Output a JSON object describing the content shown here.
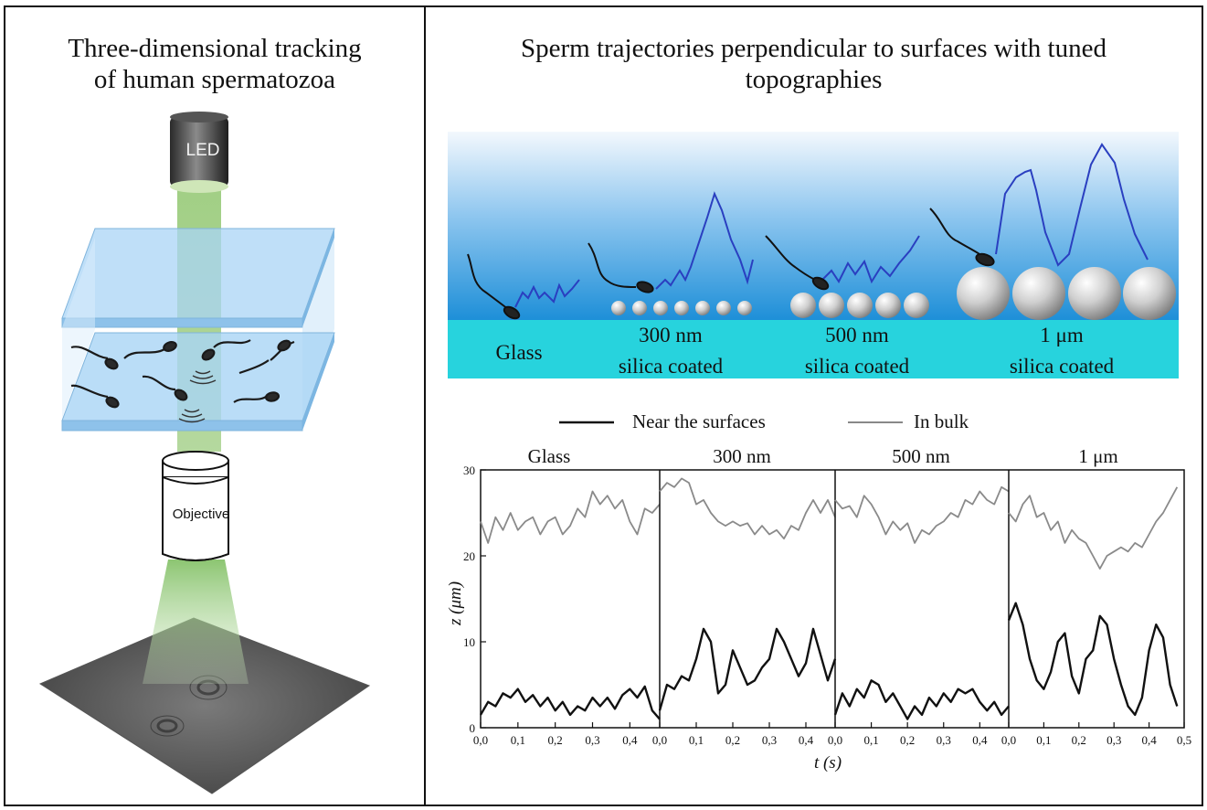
{
  "left": {
    "title_line1": "Three-dimensional tracking",
    "title_line2": "of human spermatozoa",
    "led_label": "LED",
    "objective_label": "Objective"
  },
  "right": {
    "title_line1": "Sperm trajectories perpendicular to surfaces with tuned",
    "title_line2": "topographies",
    "surfaces": [
      {
        "line1": "Glass",
        "line2": ""
      },
      {
        "line1": "300 nm",
        "line2": "silica coated"
      },
      {
        "line1": "500 nm",
        "line2": "silica coated"
      },
      {
        "line1": "1 μm",
        "line2": "silica coated"
      }
    ],
    "colors": {
      "medium_top": "#e9f3fb",
      "medium_bottom": "#1e90d6",
      "substrate": "#27d3dd",
      "trajectory": "#2a3fc0"
    }
  },
  "chart_data": {
    "type": "line",
    "legend": [
      "Near the surfaces",
      "In bulk"
    ],
    "legend_placement": "top",
    "xlabel": "t (s)",
    "ylabel": "z (μm)",
    "ylim": [
      0,
      30
    ],
    "yticks": [
      "0",
      "10",
      "20",
      "30"
    ],
    "panels": [
      {
        "title": "Glass",
        "xlim": [
          0,
          0.48
        ],
        "xticks": [
          "0,0",
          "0,1",
          "0,2",
          "0,3",
          "0,4"
        ],
        "xtick_values": [
          0,
          0.1,
          0.2,
          0.3,
          0.4
        ],
        "series": [
          {
            "name": "Near the surfaces",
            "x": [
              0,
              0.02,
              0.04,
              0.06,
              0.08,
              0.1,
              0.12,
              0.14,
              0.16,
              0.18,
              0.2,
              0.22,
              0.24,
              0.26,
              0.28,
              0.3,
              0.32,
              0.34,
              0.36,
              0.38,
              0.4,
              0.42,
              0.44,
              0.46,
              0.48
            ],
            "values": [
              1.5,
              3,
              2.5,
              4,
              3.5,
              4.5,
              3,
              3.8,
              2.5,
              3.5,
              2,
              3,
              1.5,
              2.5,
              2,
              3.5,
              2.5,
              3.5,
              2.2,
              3.8,
              4.5,
              3.5,
              4.8,
              2,
              1
            ]
          },
          {
            "name": "In bulk",
            "x": [
              0,
              0.02,
              0.04,
              0.06,
              0.08,
              0.1,
              0.12,
              0.14,
              0.16,
              0.18,
              0.2,
              0.22,
              0.24,
              0.26,
              0.28,
              0.3,
              0.32,
              0.34,
              0.36,
              0.38,
              0.4,
              0.42,
              0.44,
              0.46,
              0.48
            ],
            "values": [
              24,
              21.5,
              24.5,
              23,
              25,
              23,
              24,
              24.5,
              22.5,
              24,
              24.5,
              22.5,
              23.5,
              25.5,
              24.5,
              27.5,
              26,
              27,
              25.5,
              26.5,
              24,
              22.5,
              25.5,
              25,
              26
            ]
          }
        ]
      },
      {
        "title": "300 nm",
        "xlim": [
          0,
          0.48
        ],
        "xticks": [
          "0,0",
          "0,1",
          "0,2",
          "0,3",
          "0,4"
        ],
        "xtick_values": [
          0,
          0.1,
          0.2,
          0.3,
          0.4
        ],
        "series": [
          {
            "name": "Near the surfaces",
            "x": [
              0,
              0.02,
              0.04,
              0.06,
              0.08,
              0.1,
              0.12,
              0.14,
              0.16,
              0.18,
              0.2,
              0.22,
              0.24,
              0.26,
              0.28,
              0.3,
              0.32,
              0.34,
              0.36,
              0.38,
              0.4,
              0.42,
              0.44,
              0.46,
              0.48
            ],
            "values": [
              2,
              5,
              4.5,
              6,
              5.5,
              8,
              11.5,
              10,
              4,
              5,
              9,
              7,
              5,
              5.5,
              7,
              8,
              11.5,
              10,
              8,
              6,
              7.5,
              11.5,
              8.5,
              5.5,
              8
            ]
          },
          {
            "name": "In bulk",
            "x": [
              0,
              0.02,
              0.04,
              0.06,
              0.08,
              0.1,
              0.12,
              0.14,
              0.16,
              0.18,
              0.2,
              0.22,
              0.24,
              0.26,
              0.28,
              0.3,
              0.32,
              0.34,
              0.36,
              0.38,
              0.4,
              0.42,
              0.44,
              0.46,
              0.48
            ],
            "values": [
              27.5,
              28.5,
              28,
              29,
              28.5,
              26,
              26.5,
              25,
              24,
              23.5,
              24,
              23.5,
              23.8,
              22.5,
              23.5,
              22.5,
              23,
              22,
              23.5,
              23,
              25,
              26.5,
              25,
              26.5,
              24.5
            ]
          }
        ]
      },
      {
        "title": "500 nm",
        "xlim": [
          0,
          0.48
        ],
        "xticks": [
          "0,0",
          "0,1",
          "0,2",
          "0,3",
          "0,4"
        ],
        "xtick_values": [
          0,
          0.1,
          0.2,
          0.3,
          0.4
        ],
        "series": [
          {
            "name": "Near the surfaces",
            "x": [
              0,
              0.02,
              0.04,
              0.06,
              0.08,
              0.1,
              0.12,
              0.14,
              0.16,
              0.18,
              0.2,
              0.22,
              0.24,
              0.26,
              0.28,
              0.3,
              0.32,
              0.34,
              0.36,
              0.38,
              0.4,
              0.42,
              0.44,
              0.46,
              0.48
            ],
            "values": [
              1.5,
              4,
              2.5,
              4.5,
              3.5,
              5.5,
              5,
              3,
              4,
              2.5,
              1,
              2.5,
              1.5,
              3.5,
              2.5,
              4,
              3,
              4.5,
              4,
              4.5,
              3,
              2,
              3,
              1.5,
              2.5
            ]
          },
          {
            "name": "In bulk",
            "x": [
              0,
              0.02,
              0.04,
              0.06,
              0.08,
              0.1,
              0.12,
              0.14,
              0.16,
              0.18,
              0.2,
              0.22,
              0.24,
              0.26,
              0.28,
              0.3,
              0.32,
              0.34,
              0.36,
              0.38,
              0.4,
              0.42,
              0.44,
              0.46,
              0.48
            ],
            "values": [
              26.5,
              25.5,
              25.8,
              24.5,
              27,
              26,
              24.5,
              22.5,
              24,
              23,
              23.8,
              21.5,
              23,
              22.5,
              23.5,
              24,
              25,
              24.5,
              26.5,
              26,
              27.5,
              26.5,
              26,
              28,
              27.5
            ]
          }
        ]
      },
      {
        "title": "1 μm",
        "xlim": [
          0,
          0.5
        ],
        "xticks": [
          "0,0",
          "0,1",
          "0,2",
          "0,3",
          "0,4",
          "0,5"
        ],
        "xtick_values": [
          0,
          0.1,
          0.2,
          0.3,
          0.4,
          0.5
        ],
        "series": [
          {
            "name": "Near the surfaces",
            "x": [
              0,
              0.02,
              0.04,
              0.06,
              0.08,
              0.1,
              0.12,
              0.14,
              0.16,
              0.18,
              0.2,
              0.22,
              0.24,
              0.26,
              0.28,
              0.3,
              0.32,
              0.34,
              0.36,
              0.38,
              0.4,
              0.42,
              0.44,
              0.46,
              0.48
            ],
            "values": [
              12.5,
              14.5,
              12,
              8,
              5.5,
              4.5,
              6.5,
              10,
              11,
              6,
              4,
              8,
              9,
              13,
              12,
              8,
              5,
              2.5,
              1.5,
              3.5,
              9,
              12,
              10.5,
              5,
              2.5
            ]
          },
          {
            "name": "In bulk",
            "x": [
              0,
              0.02,
              0.04,
              0.06,
              0.08,
              0.1,
              0.12,
              0.14,
              0.16,
              0.18,
              0.2,
              0.22,
              0.24,
              0.26,
              0.28,
              0.3,
              0.32,
              0.34,
              0.36,
              0.38,
              0.4,
              0.42,
              0.44,
              0.46,
              0.48
            ],
            "values": [
              25,
              24,
              26,
              27,
              24.5,
              25,
              23,
              24,
              21.5,
              23,
              22,
              21.5,
              20,
              18.5,
              20,
              20.5,
              21,
              20.5,
              21.5,
              21,
              22.5,
              24,
              25,
              26.5,
              28
            ]
          }
        ]
      }
    ]
  }
}
